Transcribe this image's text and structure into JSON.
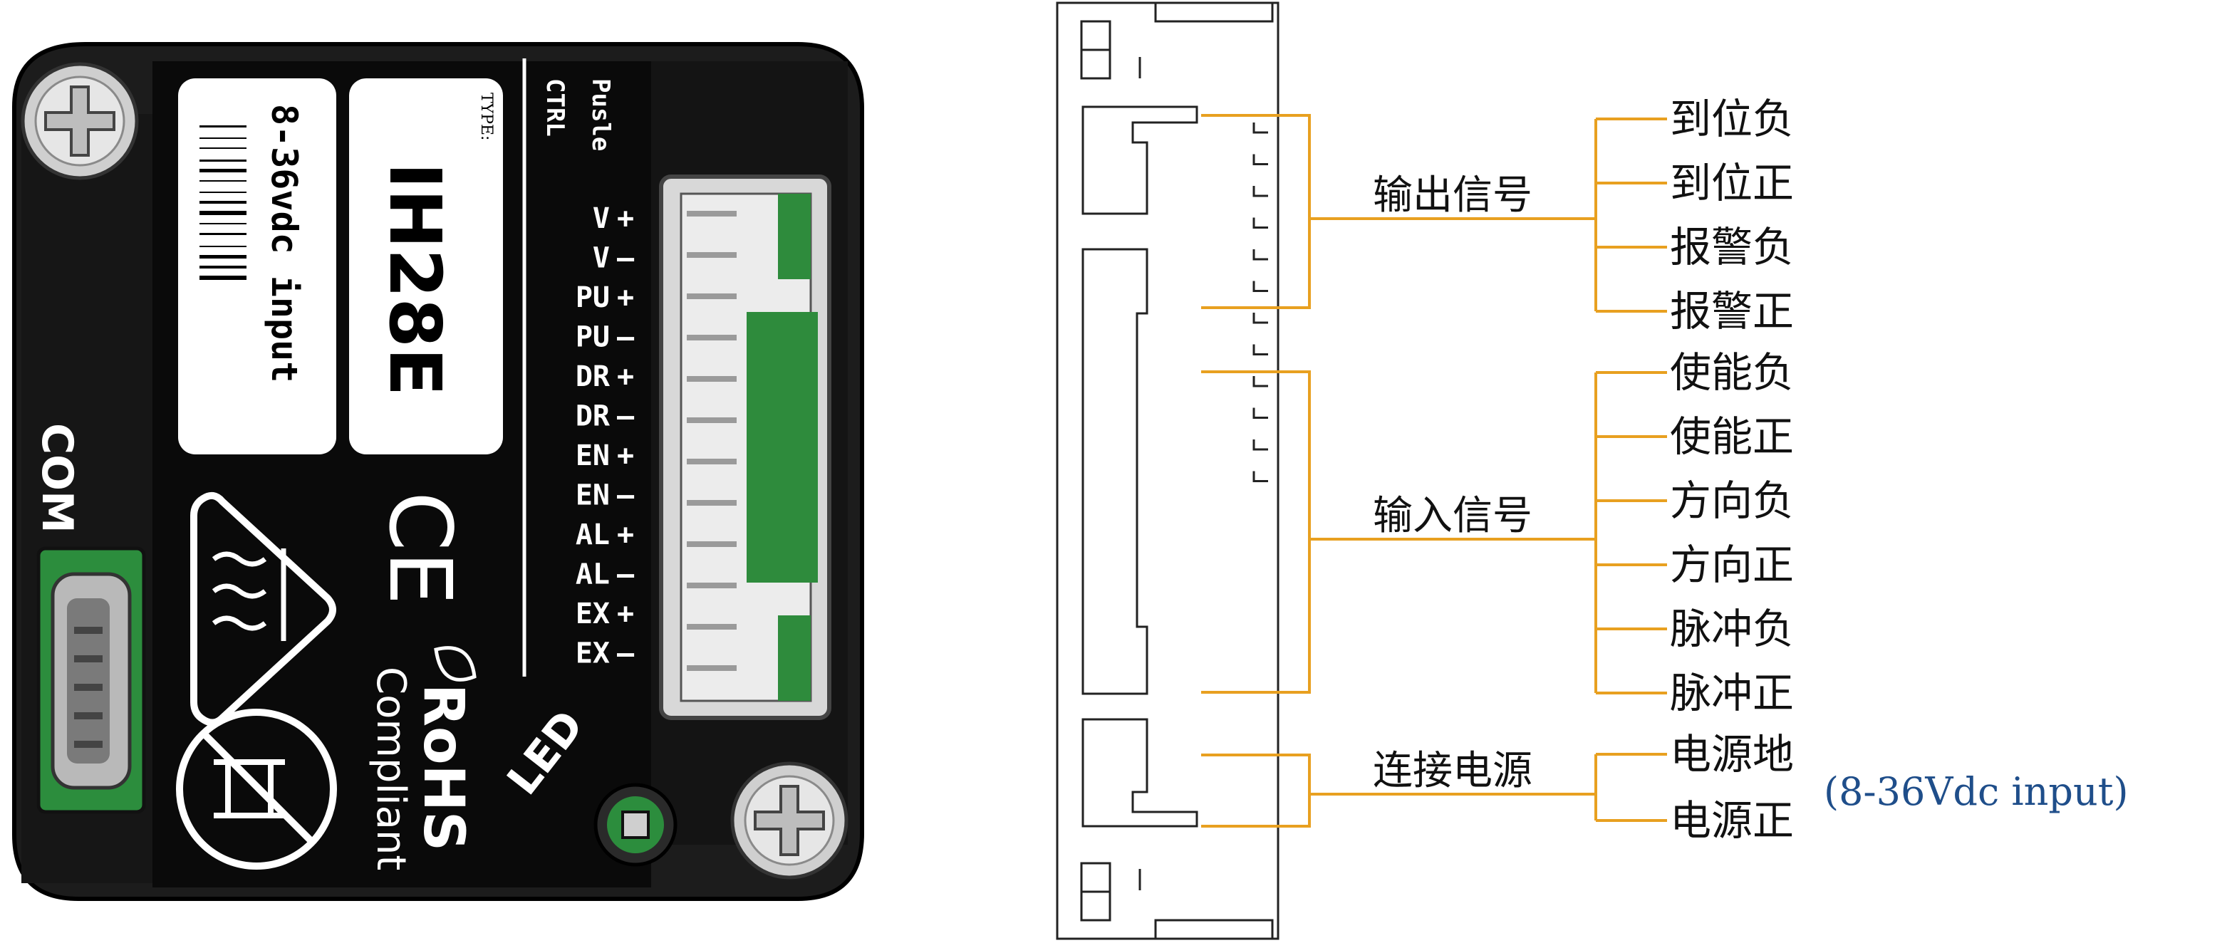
{
  "device": {
    "type_label": "TYPE:",
    "model": "IH28E",
    "voltage_label": "8-36vdc input",
    "com_label": "COM",
    "led_label": "LED",
    "ce_mark": "CE",
    "rohs_label": "RoHS",
    "compliant_label": "Compliant",
    "header_line1": "Pusle",
    "header_line2": "CTRL",
    "pins": [
      {
        "name": "V",
        "sign": "+"
      },
      {
        "name": "V",
        "sign": "–"
      },
      {
        "name": "PU",
        "sign": "+"
      },
      {
        "name": "PU",
        "sign": "–"
      },
      {
        "name": "DR",
        "sign": "+"
      },
      {
        "name": "DR",
        "sign": "–"
      },
      {
        "name": "EN",
        "sign": "+"
      },
      {
        "name": "EN",
        "sign": "–"
      },
      {
        "name": "AL",
        "sign": "+"
      },
      {
        "name": "AL",
        "sign": "–"
      },
      {
        "name": "EX",
        "sign": "+"
      },
      {
        "name": "EX",
        "sign": "–"
      }
    ]
  },
  "diagram": {
    "groups": [
      {
        "label": "输出信号",
        "items": [
          "到位负",
          "到位正",
          "报警负",
          "报警正"
        ]
      },
      {
        "label": "输入信号",
        "items": [
          "使能负",
          "使能正",
          "方向负",
          "方向正",
          "脉冲负",
          "脉冲正"
        ]
      },
      {
        "label": "连接电源",
        "items": [
          "电源地",
          "电源正"
        ]
      }
    ],
    "power_note": "(8-36Vdc input)",
    "line_color": "#e8a020",
    "note_color": "#1f4e8a"
  }
}
